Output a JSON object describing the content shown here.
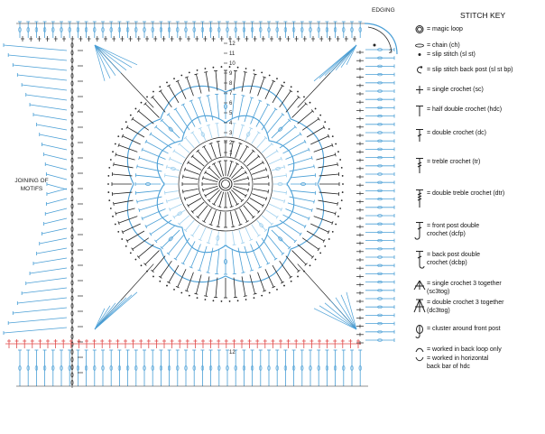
{
  "edging_label": "EDGING",
  "joining_label": "JOINING OF MOTIFS",
  "round_labels": [
    "12",
    "11",
    "10",
    "9",
    "8",
    "7",
    "6",
    "5",
    "4",
    "3",
    "2",
    "1"
  ],
  "bottom_label": "12",
  "edge_corner_number": "2",
  "key": {
    "title": "STITCH KEY",
    "items": [
      {
        "icon": "magic-loop-icon",
        "label": "= magic loop"
      },
      {
        "icon": "chain-icon",
        "label": "= chain (ch)"
      },
      {
        "icon": "slip-stitch-icon",
        "label": "= slip stitch (sl st)"
      },
      {
        "icon": "slip-stitch-back-post-icon",
        "label": "= slip stitch back post (sl st bp)"
      },
      {
        "icon": "single-crochet-icon",
        "label": "= single crochet (sc)"
      },
      {
        "icon": "half-double-crochet-icon",
        "label": "= half double crochet (hdc)"
      },
      {
        "icon": "double-crochet-icon",
        "label": "= double crochet (dc)"
      },
      {
        "icon": "treble-crochet-icon",
        "label": "= treble crochet (tr)"
      },
      {
        "icon": "double-treble-crochet-icon",
        "label": "= double treble crochet (dtr)"
      },
      {
        "icon": "front-post-double-crochet-icon",
        "label": "= front post double\ncrochet (dcfp)"
      },
      {
        "icon": "back-post-double-crochet-icon",
        "label": "= back post double\ncrochet (dcbp)"
      },
      {
        "icon": "sc3tog-icon",
        "label": "= single crochet 3 together\n(sc3tog)"
      },
      {
        "icon": "dc3tog-icon",
        "label": "= double crochet 3 together\n(dc3tog)"
      },
      {
        "icon": "cluster-icon",
        "label": "= cluster around front post"
      },
      {
        "icon": "back-loop-icon",
        "label": "= worked in back loop only"
      },
      {
        "icon": "horizontal-bar-icon",
        "label": "= worked in horizontal\nback bar of hdc"
      }
    ]
  },
  "colors": {
    "black": "#222222",
    "blue": "#4a9fd6",
    "light_blue": "#9fd0ee",
    "red": "#e04a4a"
  }
}
